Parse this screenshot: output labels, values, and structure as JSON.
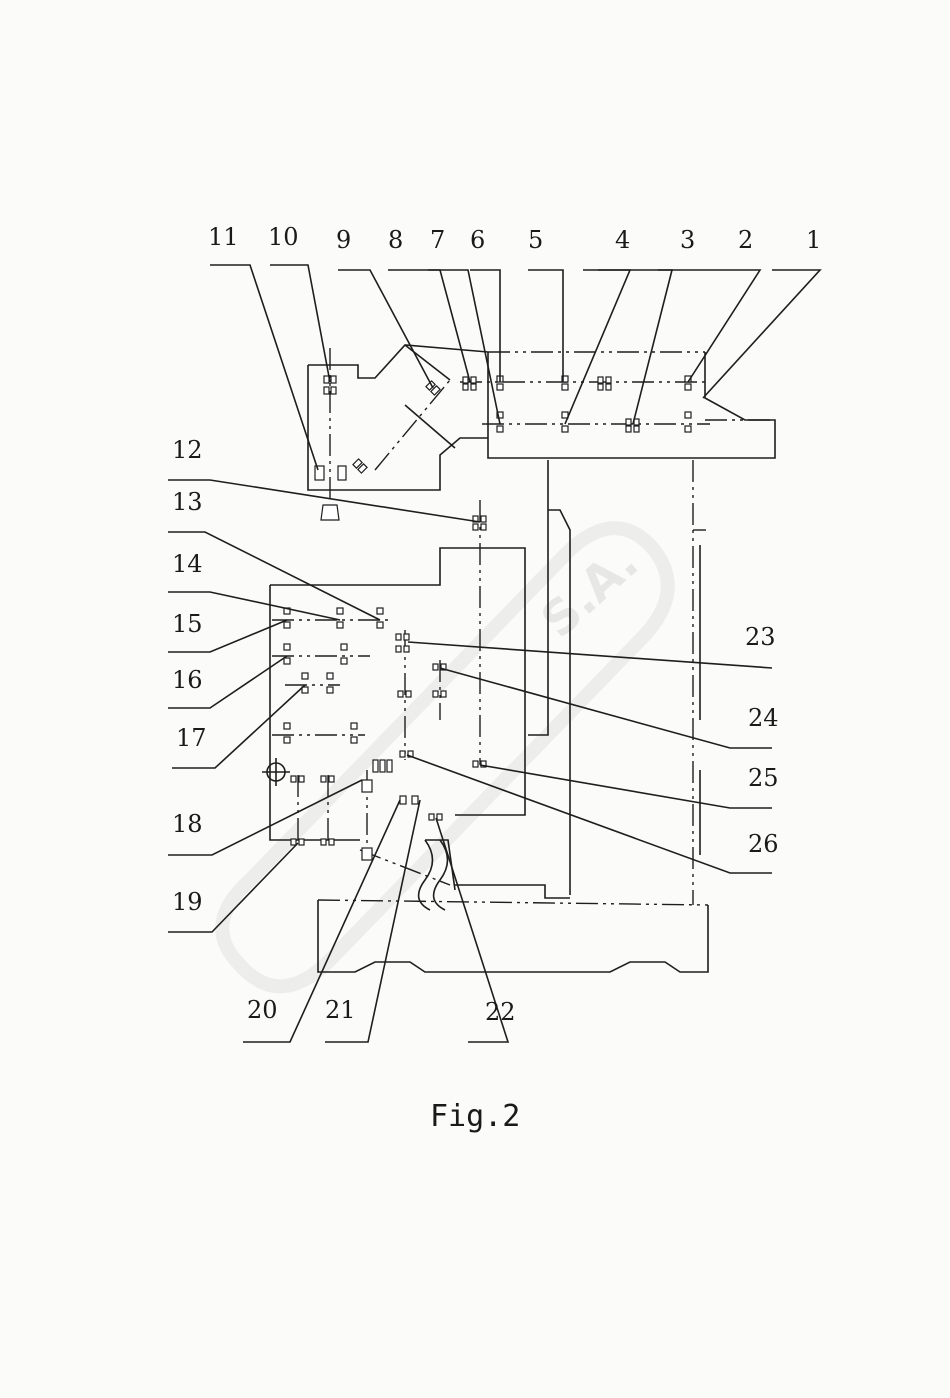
{
  "part_labels": [
    "1",
    "2",
    "3",
    "4",
    "5",
    "6",
    "7",
    "8",
    "9",
    "10",
    "11",
    "12",
    "13",
    "14",
    "15",
    "16",
    "17",
    "18",
    "19",
    "20",
    "21",
    "22",
    "23",
    "24",
    "25",
    "26"
  ],
  "caption": "Fig.2",
  "watermark": "S.A."
}
